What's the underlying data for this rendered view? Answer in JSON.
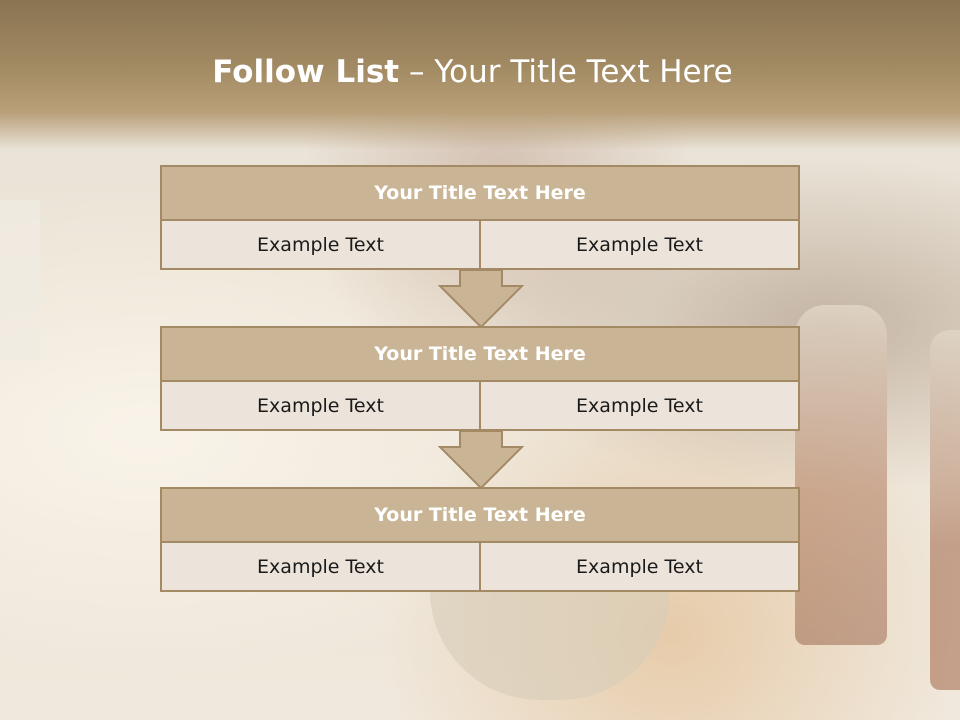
{
  "slide": {
    "title_bold": "Follow List",
    "title_rest": "– Your Title Text Here"
  },
  "blocks": [
    {
      "title": "Your Title Text Here",
      "left": "Example Text",
      "right": "Example Text"
    },
    {
      "title": "Your Title Text Here",
      "left": "Example Text",
      "right": "Example Text"
    },
    {
      "title": "Your Title Text Here",
      "left": "Example Text",
      "right": "Example Text"
    }
  ],
  "colors": {
    "header_fill": "#c9b596",
    "border": "#a48a64",
    "row_fill": "#ece4da",
    "arrow_fill": "#c9b596"
  },
  "icons": [
    "down-arrow-icon",
    "down-arrow-icon"
  ]
}
